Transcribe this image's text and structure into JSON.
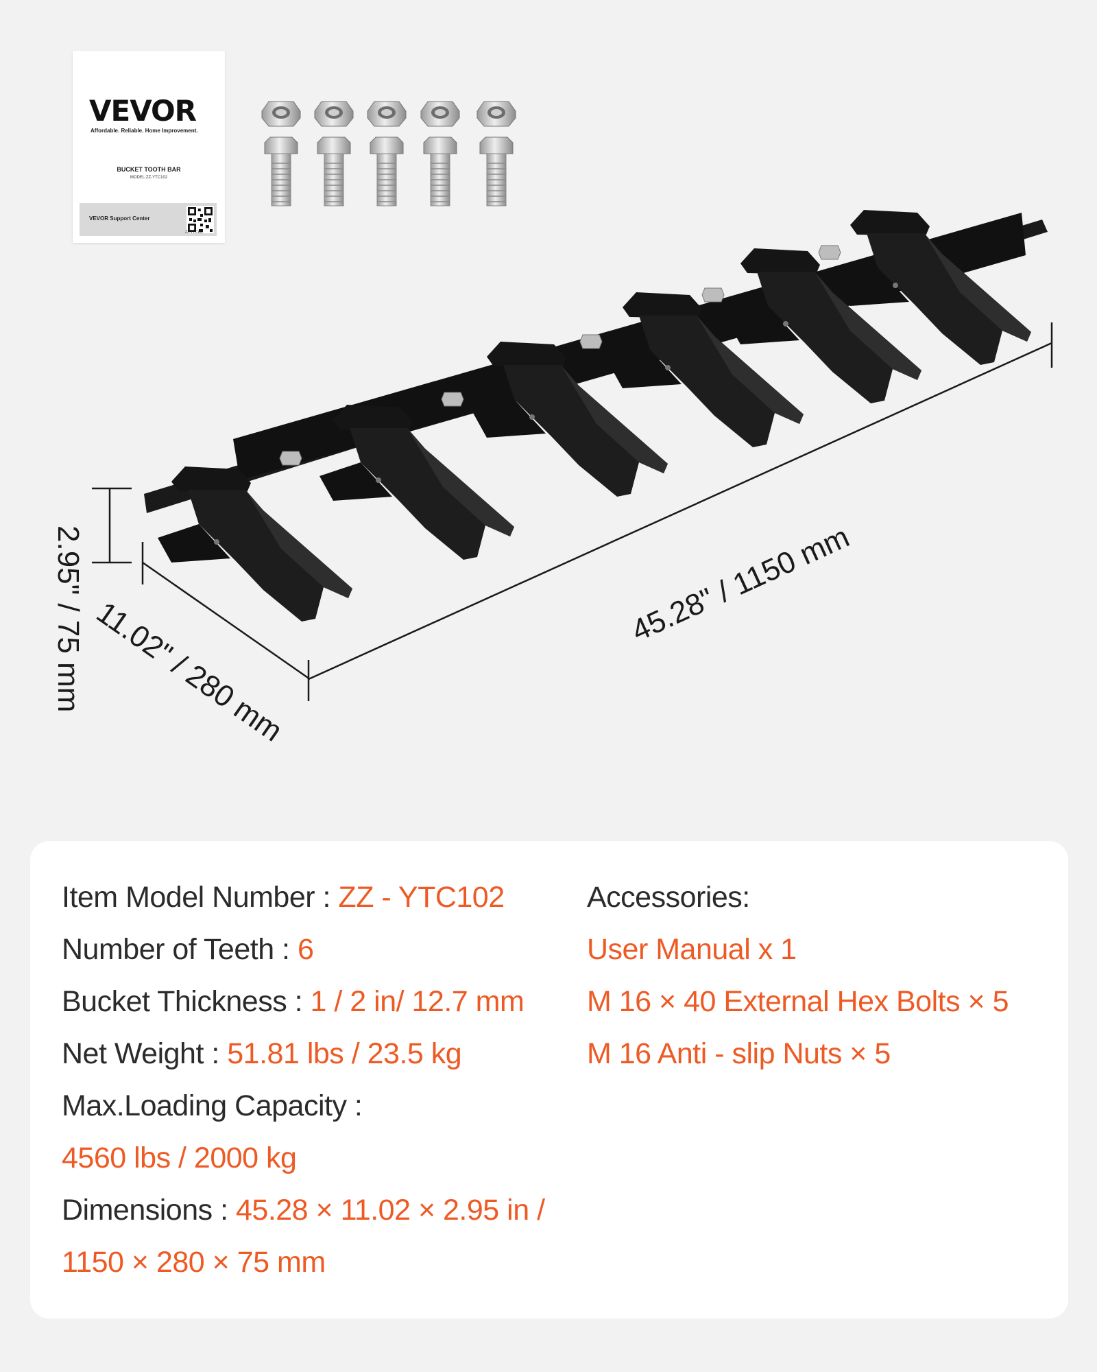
{
  "manual": {
    "brand": "VEVOR",
    "tagline": "Affordable. Reliable. Home Improvement.",
    "title": "BUCKET TOOTH BAR",
    "model": "MODEL:ZZ-YTC102",
    "support": "VEVOR Support Center",
    "code": "ZZ-YTC102"
  },
  "dimensions": {
    "height": "2.95\" / 75 mm",
    "length": "45.28\" / 1150 mm",
    "depth": "11.02\" / 280 mm"
  },
  "specs": {
    "model_label": "Item Model Number : ",
    "model_value": "ZZ - YTC102",
    "teeth_label": "Number of Teeth : ",
    "teeth_value": "6",
    "thickness_label": "Bucket Thickness : ",
    "thickness_value": "1 / 2 in/ 12.7 mm",
    "weight_label": "Net Weight : ",
    "weight_value": "51.81 lbs / 23.5 kg",
    "capacity_label": "Max.Loading Capacity :",
    "capacity_value": "4560 lbs / 2000 kg",
    "dimensions_label": "Dimensions : ",
    "dimensions_value_1": "45.28 × 11.02 × 2.95 in /",
    "dimensions_value_2": "1150 × 280 × 75 mm"
  },
  "accessories": {
    "title": "Accessories:",
    "items": [
      "User Manual x 1",
      "M 16 × 40 External Hex Bolts × 5",
      "M 16 Anti - slip Nuts × 5"
    ]
  },
  "colors": {
    "accent": "#ee5a24",
    "text": "#2b2b2b",
    "steel": "#1a1a1a",
    "background": "#f2f2f2"
  }
}
